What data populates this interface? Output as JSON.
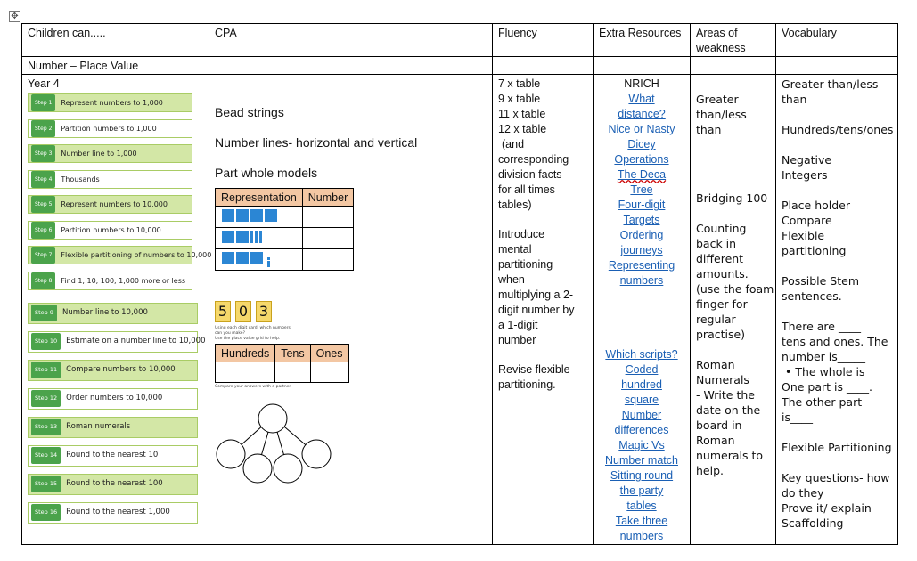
{
  "headers": {
    "children_can": "Children can.....",
    "cpa": "CPA",
    "fluency": "Fluency",
    "extra_resources": "Extra Resources",
    "areas_of_weakness": "Areas of weakness",
    "vocabulary": "Vocabulary"
  },
  "section_title": "Number – Place Value",
  "year": "Year 4",
  "steps": [
    {
      "badge": "Step 1",
      "label": "Represent numbers to 1,000"
    },
    {
      "badge": "Step 2",
      "label": "Partition numbers to 1,000"
    },
    {
      "badge": "Step 3",
      "label": "Number line to 1,000"
    },
    {
      "badge": "Step 4",
      "label": "Thousands"
    },
    {
      "badge": "Step 5",
      "label": "Represent numbers to 10,000"
    },
    {
      "badge": "Step 6",
      "label": "Partition numbers to 10,000"
    },
    {
      "badge": "Step 7",
      "label": "Flexible partitioning of numbers to 10,000"
    },
    {
      "badge": "Step 8",
      "label": "Find 1, 10, 100, 1,000 more or less"
    },
    {
      "badge": "Step 9",
      "label": "Number line to 10,000"
    },
    {
      "badge": "Step 10",
      "label": "Estimate on a number line to 10,000"
    },
    {
      "badge": "Step 11",
      "label": "Compare numbers to 10,000"
    },
    {
      "badge": "Step 12",
      "label": "Order numbers to 10,000"
    },
    {
      "badge": "Step 13",
      "label": "Roman numerals"
    },
    {
      "badge": "Step 14",
      "label": "Round to the nearest 10"
    },
    {
      "badge": "Step 15",
      "label": "Round to the nearest 100"
    },
    {
      "badge": "Step 16",
      "label": "Round to the nearest 1,000"
    }
  ],
  "cpa": {
    "items": [
      "Bead strings",
      "Number lines- horizontal and vertical",
      "Part whole models"
    ],
    "rep_table": {
      "col1": "Representation",
      "col2": "Number"
    },
    "digit_cards": [
      "5",
      "0",
      "3"
    ],
    "digit_q1": "Using each digit card, which numbers can you make?",
    "digit_q2": "Use the place value grid to help.",
    "pv_headers": [
      "Hundreds",
      "Tens",
      "Ones"
    ],
    "digit_q3": "Compare your answers with a partner."
  },
  "fluency": {
    "tables": [
      "7 x table",
      "9 x table",
      "11 x table",
      "12 x table"
    ],
    "note_lines": [
      "(and",
      "corresponding",
      "division facts",
      "for all times",
      "tables)"
    ],
    "mental_lines": [
      "Introduce",
      "mental",
      "partitioning",
      "when",
      "multiplying a 2-",
      "digit number by",
      "a 1-digit",
      "number"
    ],
    "revise_lines": [
      "Revise flexible",
      "partitioning."
    ]
  },
  "resources": {
    "heading": "NRICH",
    "group1": [
      [
        "What",
        "distance?"
      ],
      [
        "Nice or Nasty"
      ],
      [
        "Dicey",
        "Operations"
      ],
      [
        "The Deca",
        "Tree"
      ],
      [
        "Four-digit",
        "Targets"
      ],
      [
        "Ordering",
        "journeys"
      ],
      [
        "Representing",
        "numbers"
      ]
    ],
    "group2": [
      [
        "Which scripts?"
      ],
      [
        "Coded",
        "hundred",
        "square"
      ],
      [
        "Number",
        "differences"
      ],
      [
        "Magic Vs"
      ],
      [
        "Number match"
      ],
      [
        "Sitting round",
        "the party",
        "tables"
      ],
      [
        "Take three",
        "numbers"
      ]
    ]
  },
  "weakness": {
    "greater_lines": [
      "Greater",
      "than/less",
      "than"
    ],
    "bridging": "Bridging 100",
    "counting_lines": [
      "Counting",
      "back in",
      "different",
      "amounts.",
      "(use the foam",
      "finger for",
      "regular",
      "practise)"
    ],
    "roman_lines": [
      "Roman",
      "Numerals",
      "- Write the",
      "date on the",
      "board in",
      "Roman",
      "numerals to",
      "help."
    ]
  },
  "vocabulary": {
    "l1": "Greater than/less",
    "l2": "than",
    "l3": "Hundreds/tens/ones",
    "l4": "Negative",
    "l5": "Integers",
    "l6": "Place holder",
    "l7": "Compare",
    "l8": "Flexible partitioning",
    "l9": "Possible Stem",
    "l10": "sentences.",
    "l11": "There are ____",
    "l12": "tens and ones. The",
    "l13": "number is_____",
    "l14": "• The whole is____",
    "l15": "One part is ____.",
    "l16": "The other part",
    "l17": "is____",
    "l18": "Flexible Partitioning",
    "l19": "Key questions- how",
    "l20": "do they",
    "l21": "Prove it/ explain",
    "l22": "Scaffolding"
  }
}
